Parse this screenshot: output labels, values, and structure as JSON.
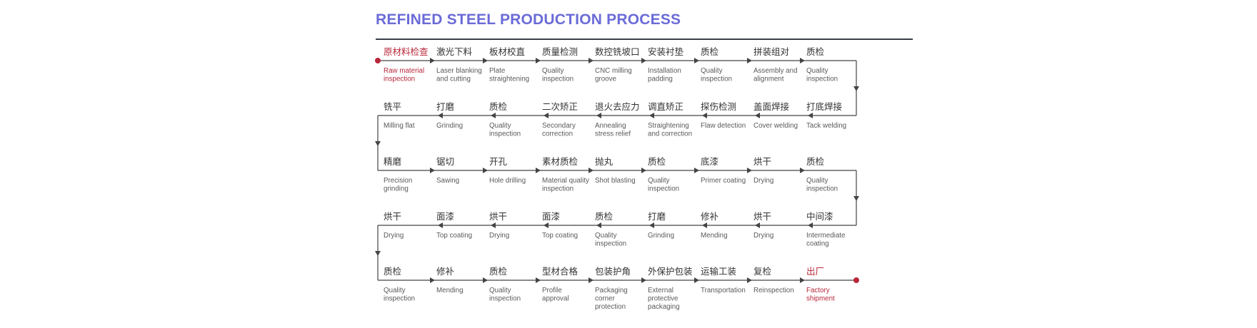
{
  "title": "REFINED STEEL PRODUCTION PROCESS",
  "colors": {
    "title": "#6b6bd8",
    "line": "#444444",
    "text": "#333333",
    "subtext": "#5a5a5a",
    "accent": "#b8273a"
  },
  "rows": [
    {
      "direction": "right",
      "steps": [
        {
          "cn": "原材料检查",
          "en": [
            "Raw material",
            "inspection"
          ],
          "highlight": true
        },
        {
          "cn": "激光下料",
          "en": [
            "Laser blanking",
            "and cutting"
          ]
        },
        {
          "cn": "板材校直",
          "en": [
            "Plate",
            "straightening"
          ]
        },
        {
          "cn": "质量检测",
          "en": [
            "Quality",
            "inspection"
          ]
        },
        {
          "cn": "数控铣坡口",
          "en": [
            "CNC milling",
            "groove"
          ]
        },
        {
          "cn": "安装衬垫",
          "en": [
            "Installation",
            "padding"
          ]
        },
        {
          "cn": "质检",
          "en": [
            "Quality",
            "inspection"
          ]
        },
        {
          "cn": "拼装组对",
          "en": [
            "Assembly and",
            "alignment"
          ]
        },
        {
          "cn": "质检",
          "en": [
            "Quality",
            "inspection"
          ]
        }
      ]
    },
    {
      "direction": "left",
      "steps": [
        {
          "cn": "铣平",
          "en": [
            "Milling flat"
          ]
        },
        {
          "cn": "打磨",
          "en": [
            "Grinding"
          ]
        },
        {
          "cn": "质检",
          "en": [
            "Quality",
            "inspection"
          ]
        },
        {
          "cn": "二次矫正",
          "en": [
            "Secondary",
            "correction"
          ]
        },
        {
          "cn": "退火去应力",
          "en": [
            "Annealing",
            "stress relief"
          ]
        },
        {
          "cn": "调直矫正",
          "en": [
            "Straightening",
            "and correction"
          ]
        },
        {
          "cn": "探伤检测",
          "en": [
            "Flaw detection"
          ]
        },
        {
          "cn": "盖面焊接",
          "en": [
            "Cover welding"
          ]
        },
        {
          "cn": "打底焊接",
          "en": [
            "Tack welding"
          ]
        }
      ]
    },
    {
      "direction": "right",
      "steps": [
        {
          "cn": "精磨",
          "en": [
            "Precision",
            "grinding"
          ]
        },
        {
          "cn": "锯切",
          "en": [
            "Sawing"
          ]
        },
        {
          "cn": "开孔",
          "en": [
            "Hole drilling"
          ]
        },
        {
          "cn": "素材质检",
          "en": [
            "Material quality",
            "inspection"
          ]
        },
        {
          "cn": "抛丸",
          "en": [
            "Shot blasting"
          ]
        },
        {
          "cn": "质检",
          "en": [
            "Quality",
            "inspection"
          ]
        },
        {
          "cn": "底漆",
          "en": [
            "Primer coating"
          ]
        },
        {
          "cn": "烘干",
          "en": [
            "Drying"
          ]
        },
        {
          "cn": "质检",
          "en": [
            "Quality",
            "inspection"
          ]
        }
      ]
    },
    {
      "direction": "left",
      "steps": [
        {
          "cn": "烘干",
          "en": [
            "Drying"
          ]
        },
        {
          "cn": "面漆",
          "en": [
            "Top coating"
          ]
        },
        {
          "cn": "烘干",
          "en": [
            "Drying"
          ]
        },
        {
          "cn": "面漆",
          "en": [
            "Top coating"
          ]
        },
        {
          "cn": "质检",
          "en": [
            "Quality",
            "inspection"
          ]
        },
        {
          "cn": "打磨",
          "en": [
            "Grinding"
          ]
        },
        {
          "cn": "修补",
          "en": [
            "Mending"
          ]
        },
        {
          "cn": "烘干",
          "en": [
            "Drying"
          ]
        },
        {
          "cn": "中间漆",
          "en": [
            "Intermediate",
            "coating"
          ]
        }
      ]
    },
    {
      "direction": "right",
      "steps": [
        {
          "cn": "质检",
          "en": [
            "Quality",
            "inspection"
          ]
        },
        {
          "cn": "修补",
          "en": [
            "Mending"
          ]
        },
        {
          "cn": "质检",
          "en": [
            "Quality",
            "inspection"
          ]
        },
        {
          "cn": "型材合格",
          "en": [
            "Profile",
            "approval"
          ]
        },
        {
          "cn": "包装护角",
          "en": [
            "Packaging",
            "corner",
            "protection"
          ]
        },
        {
          "cn": "外保护包装",
          "en": [
            "External",
            "protective",
            "packaging"
          ]
        },
        {
          "cn": "运输工装",
          "en": [
            "Transportation"
          ]
        },
        {
          "cn": "复检",
          "en": [
            "Reinspection"
          ]
        },
        {
          "cn": "出厂",
          "en": [
            "Factory",
            "shipment"
          ],
          "highlight": true
        }
      ]
    }
  ]
}
